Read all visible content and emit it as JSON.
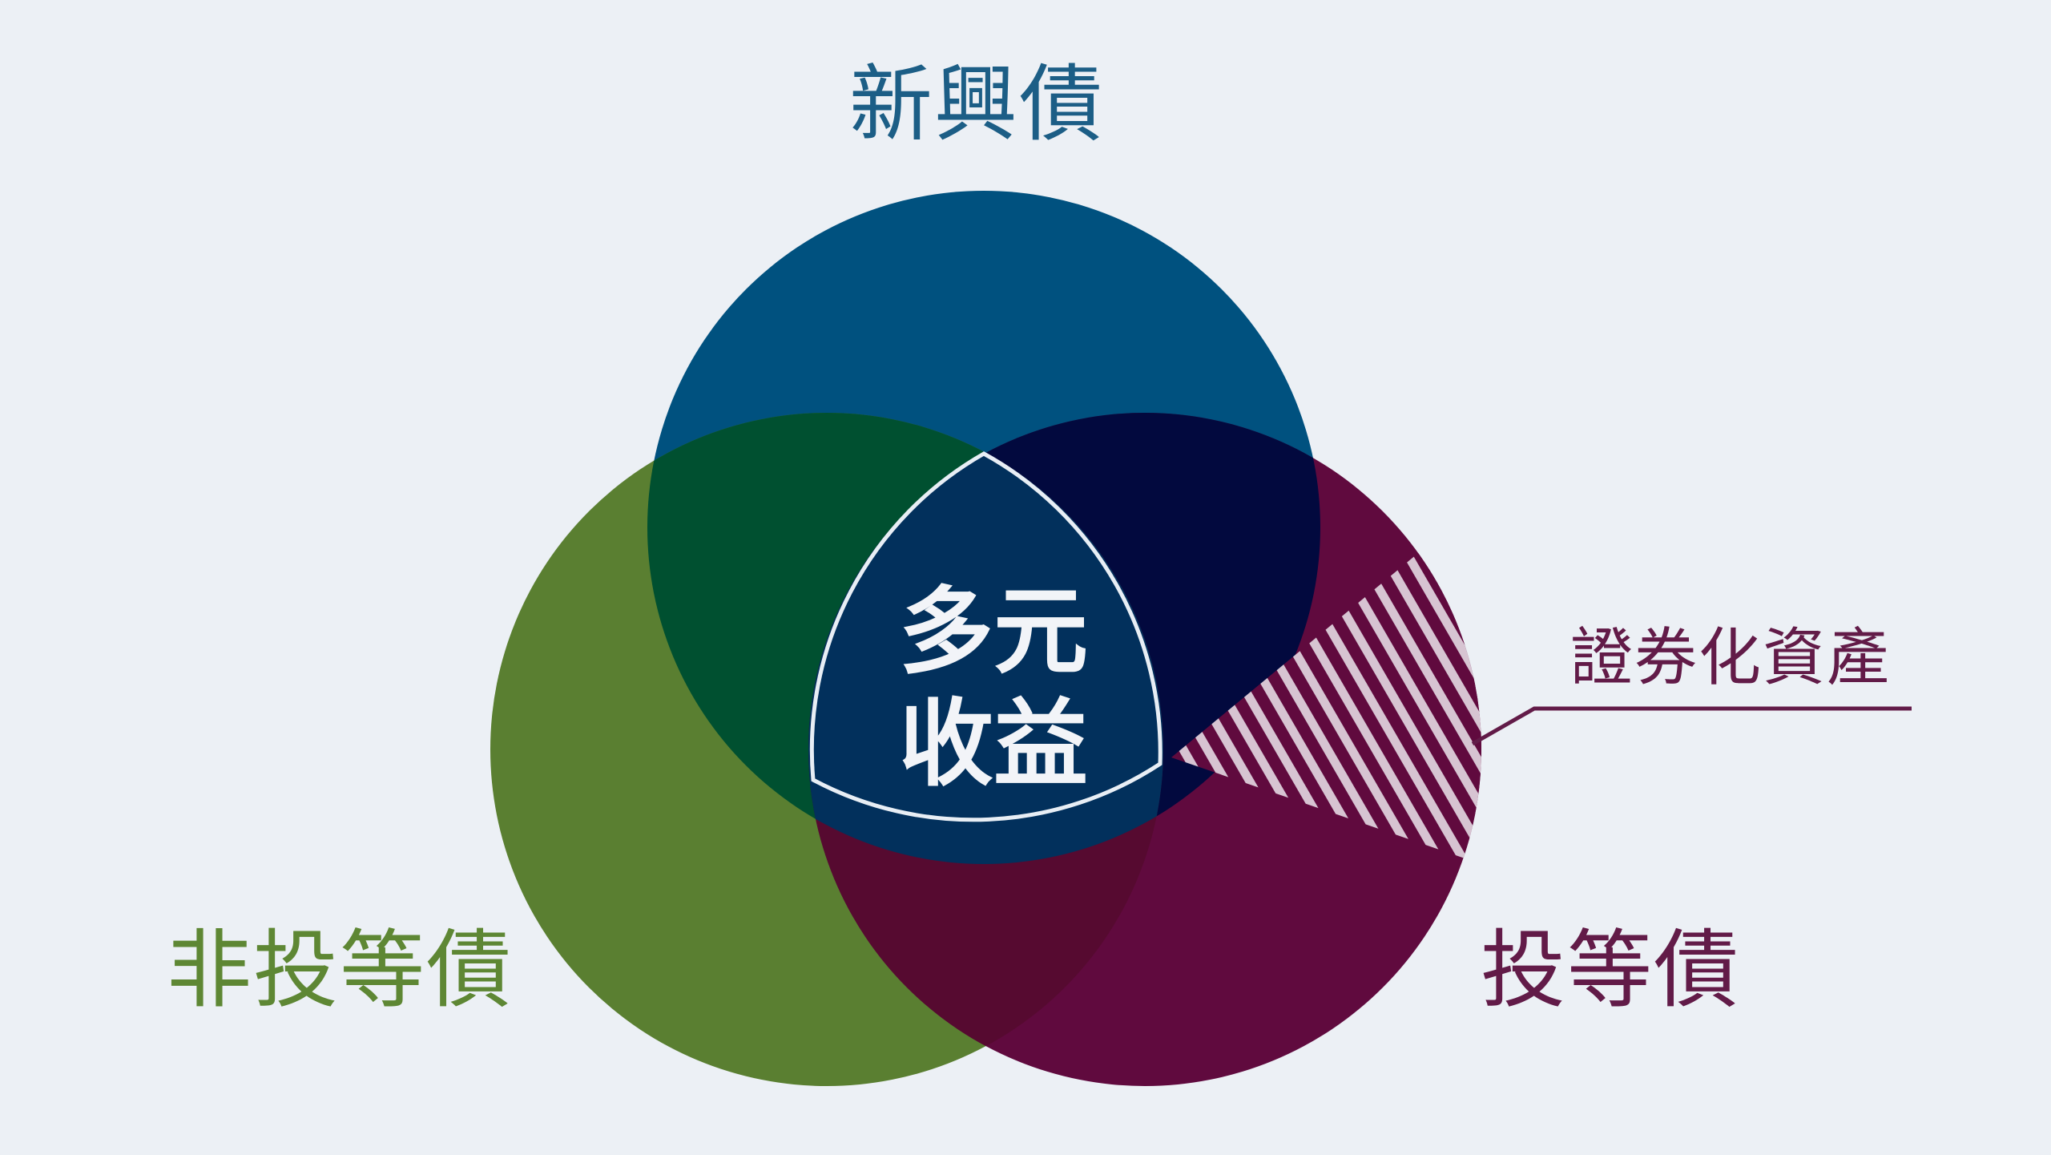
{
  "diagram": {
    "sets": [
      {
        "key": "top",
        "label": "新興債",
        "fill": "#00517F",
        "label_color": "#1C5E86"
      },
      {
        "key": "left",
        "label": "非投等債",
        "fill": "#5A7F31",
        "label_color": "#5E8734"
      },
      {
        "key": "right",
        "label": "投等債",
        "fill": "#600A3E",
        "label_color": "#621B48"
      }
    ],
    "overlap_colors": {
      "top_left": "#005030",
      "top_right": "#02093E",
      "left_right": "#560A30",
      "center": "#02305C",
      "center_outline": "#E8EEF5"
    },
    "center": {
      "line1": "多元",
      "line2": "收益"
    },
    "callout": {
      "label": "證券化資產",
      "color": "#621B48",
      "stripe_color": "#D7C4D2"
    },
    "background": "#ECF0F5"
  }
}
